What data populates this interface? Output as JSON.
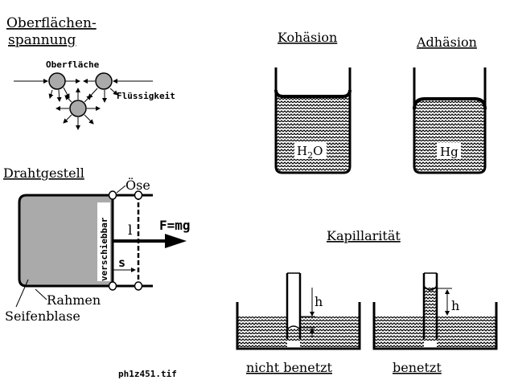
{
  "surface_tension": {
    "title_line1": "Oberflächen-",
    "title_line2": "spannung",
    "label_surface": "Oberfläche",
    "label_liquid": "Flüssigkeit"
  },
  "cohesion": {
    "title": "Kohäsion",
    "liquid_label": "H",
    "liquid_sub": "2",
    "liquid_tail": "O"
  },
  "adhesion": {
    "title": "Adhäsion",
    "liquid_label": "Hg"
  },
  "wire_frame": {
    "title": "Drahtgestell",
    "eyelet_label": "Öse",
    "slider_label": "verschiebbar",
    "length_label": "l",
    "distance_label": "s",
    "force_label": "F=mg",
    "frame_label": "Rahmen",
    "film_label": "Seifenblase"
  },
  "capillarity": {
    "title": "Kapillarität",
    "height_label": "h",
    "left_caption": "nicht  benetzt",
    "right_caption": "benetzt"
  },
  "filename": "ph1z451.tif"
}
